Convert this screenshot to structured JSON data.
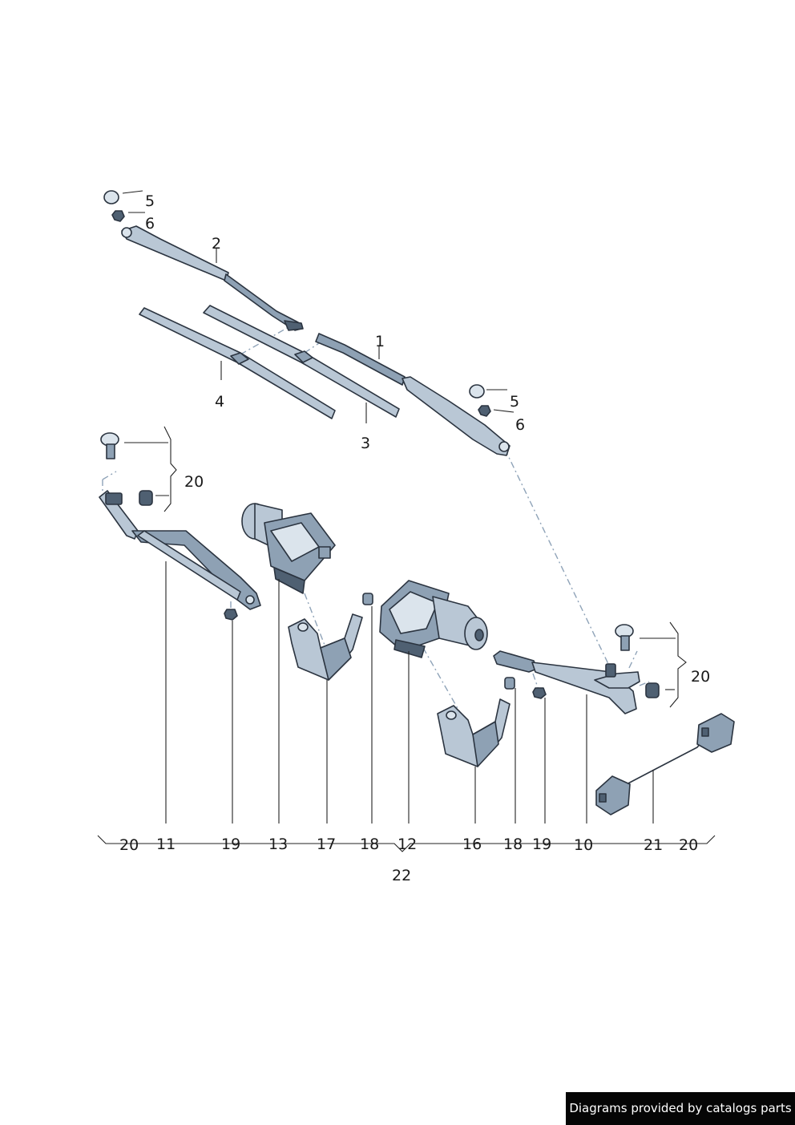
{
  "callouts": {
    "c1": "1",
    "c2": "2",
    "c3": "3",
    "c4": "4",
    "c5a": "5",
    "c6a": "6",
    "c5b": "5",
    "c6b": "6",
    "c20a": "20",
    "c20b": "20",
    "b20l": "20",
    "b11": "11",
    "b19a": "19",
    "b13": "13",
    "b17": "17",
    "b18a": "18",
    "b12": "12",
    "b16": "16",
    "b18b": "18",
    "b19b": "19",
    "b10": "10",
    "b21": "21",
    "b20r": "20",
    "b22": "22"
  },
  "credit": "Diagrams provided by catalogs parts",
  "colors": {
    "part_light": "#b9c7d5",
    "part_mid": "#8ea1b4",
    "part_dark": "#4f6072",
    "outline": "#2b3440",
    "credit_bg": "#050505"
  }
}
